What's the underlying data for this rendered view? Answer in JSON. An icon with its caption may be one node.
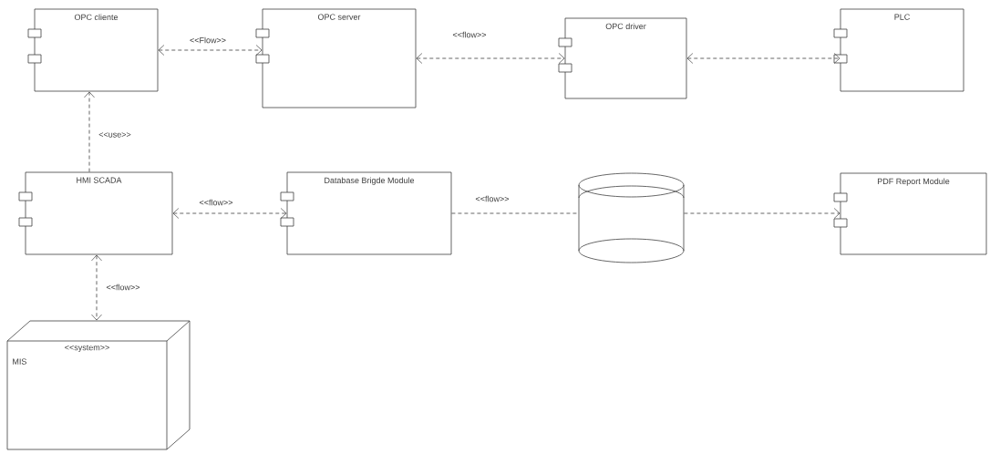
{
  "diagram": {
    "nodes": [
      {
        "text": [
          "OPC cliente"
        ]
      },
      {
        "text": [
          "OPC server"
        ]
      },
      {
        "text": [
          "OPC driver"
        ]
      },
      {
        "text": [
          "PLC"
        ]
      },
      {
        "text": [
          "HMI SCADA"
        ]
      },
      {
        "text": [
          "Database Brigde Module"
        ]
      },
      {
        "text": [],
        "shape": "cylinder"
      },
      {
        "text": [
          "PDF Report Module"
        ]
      },
      {
        "text": [
          "<<system>>",
          "MIS"
        ]
      }
    ],
    "edges": [
      {
        "from": 0,
        "to": 1,
        "arrow": "both",
        "label": "<<Flow>>",
        "style": "dashed"
      },
      {
        "from": 1,
        "to": 2,
        "arrow": "both",
        "label": "<<flow>>",
        "style": "dashed"
      },
      {
        "from": 2,
        "to": 3,
        "arrow": "both",
        "style": "dashed"
      },
      {
        "from": 4,
        "to": 0,
        "arrow": "to",
        "label": "<<use>>",
        "style": "dashed"
      },
      {
        "from": 4,
        "to": 5,
        "arrow": "both",
        "label": "<<flow>>",
        "style": "dashed"
      },
      {
        "from": 5,
        "to": 6,
        "arrow": "none",
        "label": "<<flow>>",
        "style": "dashed"
      },
      {
        "from": 6,
        "to": 7,
        "arrow": "to",
        "style": "dashed"
      },
      {
        "from": 4,
        "to": 8,
        "arrow": "both",
        "label": "<<flow>>",
        "style": "dashed"
      }
    ]
  }
}
